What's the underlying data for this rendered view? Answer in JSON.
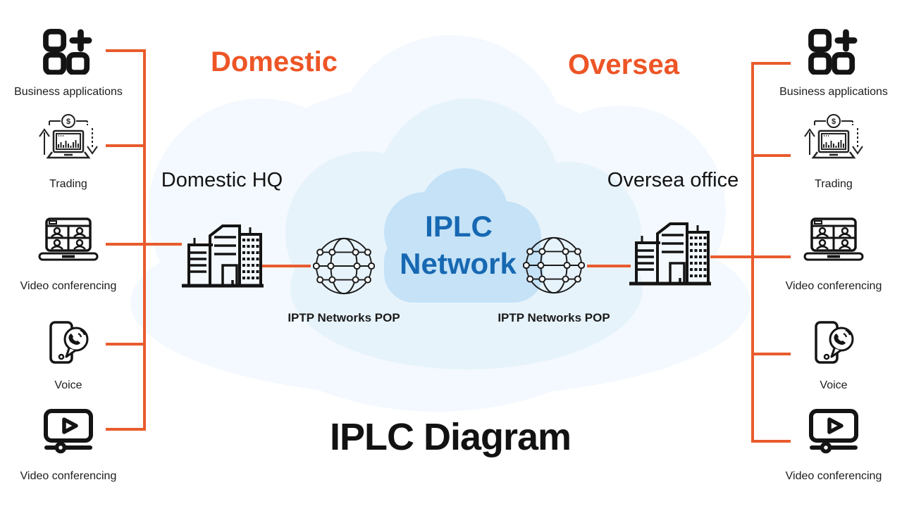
{
  "diagram_title": "IPLC Diagram",
  "headings": {
    "domestic": "Domestic",
    "oversea": "Oversea"
  },
  "sites": {
    "domestic_hq": "Domestic HQ",
    "oversea_office": "Oversea office"
  },
  "cloud": {
    "line1": "IPLC",
    "line2": "Network"
  },
  "pops": {
    "left": "IPTP Networks POP",
    "right": "IPTP Networks POP"
  },
  "left_services": [
    {
      "label": "Business applications",
      "icon": "apps-grid-icon"
    },
    {
      "label": "Trading",
      "icon": "trading-chart-laptop-icon"
    },
    {
      "label": "Video conferencing",
      "icon": "video-call-laptop-icon"
    },
    {
      "label": "Voice",
      "icon": "voice-phone-icon"
    },
    {
      "label": "Video conferencing",
      "icon": "video-player-icon"
    }
  ],
  "right_services": [
    {
      "label": "Business applications",
      "icon": "apps-grid-icon"
    },
    {
      "label": "Trading",
      "icon": "trading-chart-laptop-icon"
    },
    {
      "label": "Video conferencing",
      "icon": "video-call-laptop-icon"
    },
    {
      "label": "Voice",
      "icon": "voice-phone-icon"
    },
    {
      "label": "Video conferencing",
      "icon": "video-player-icon"
    }
  ],
  "colors": {
    "accent_orange": "#E95B2D",
    "heading_orange": "#ED5526",
    "network_blue": "#1768B2",
    "icon_black": "#161616",
    "cloud_inner": "#C5E2F7",
    "cloud_mid": "#E7F3FB",
    "cloud_outer": "#F3F9FE"
  }
}
